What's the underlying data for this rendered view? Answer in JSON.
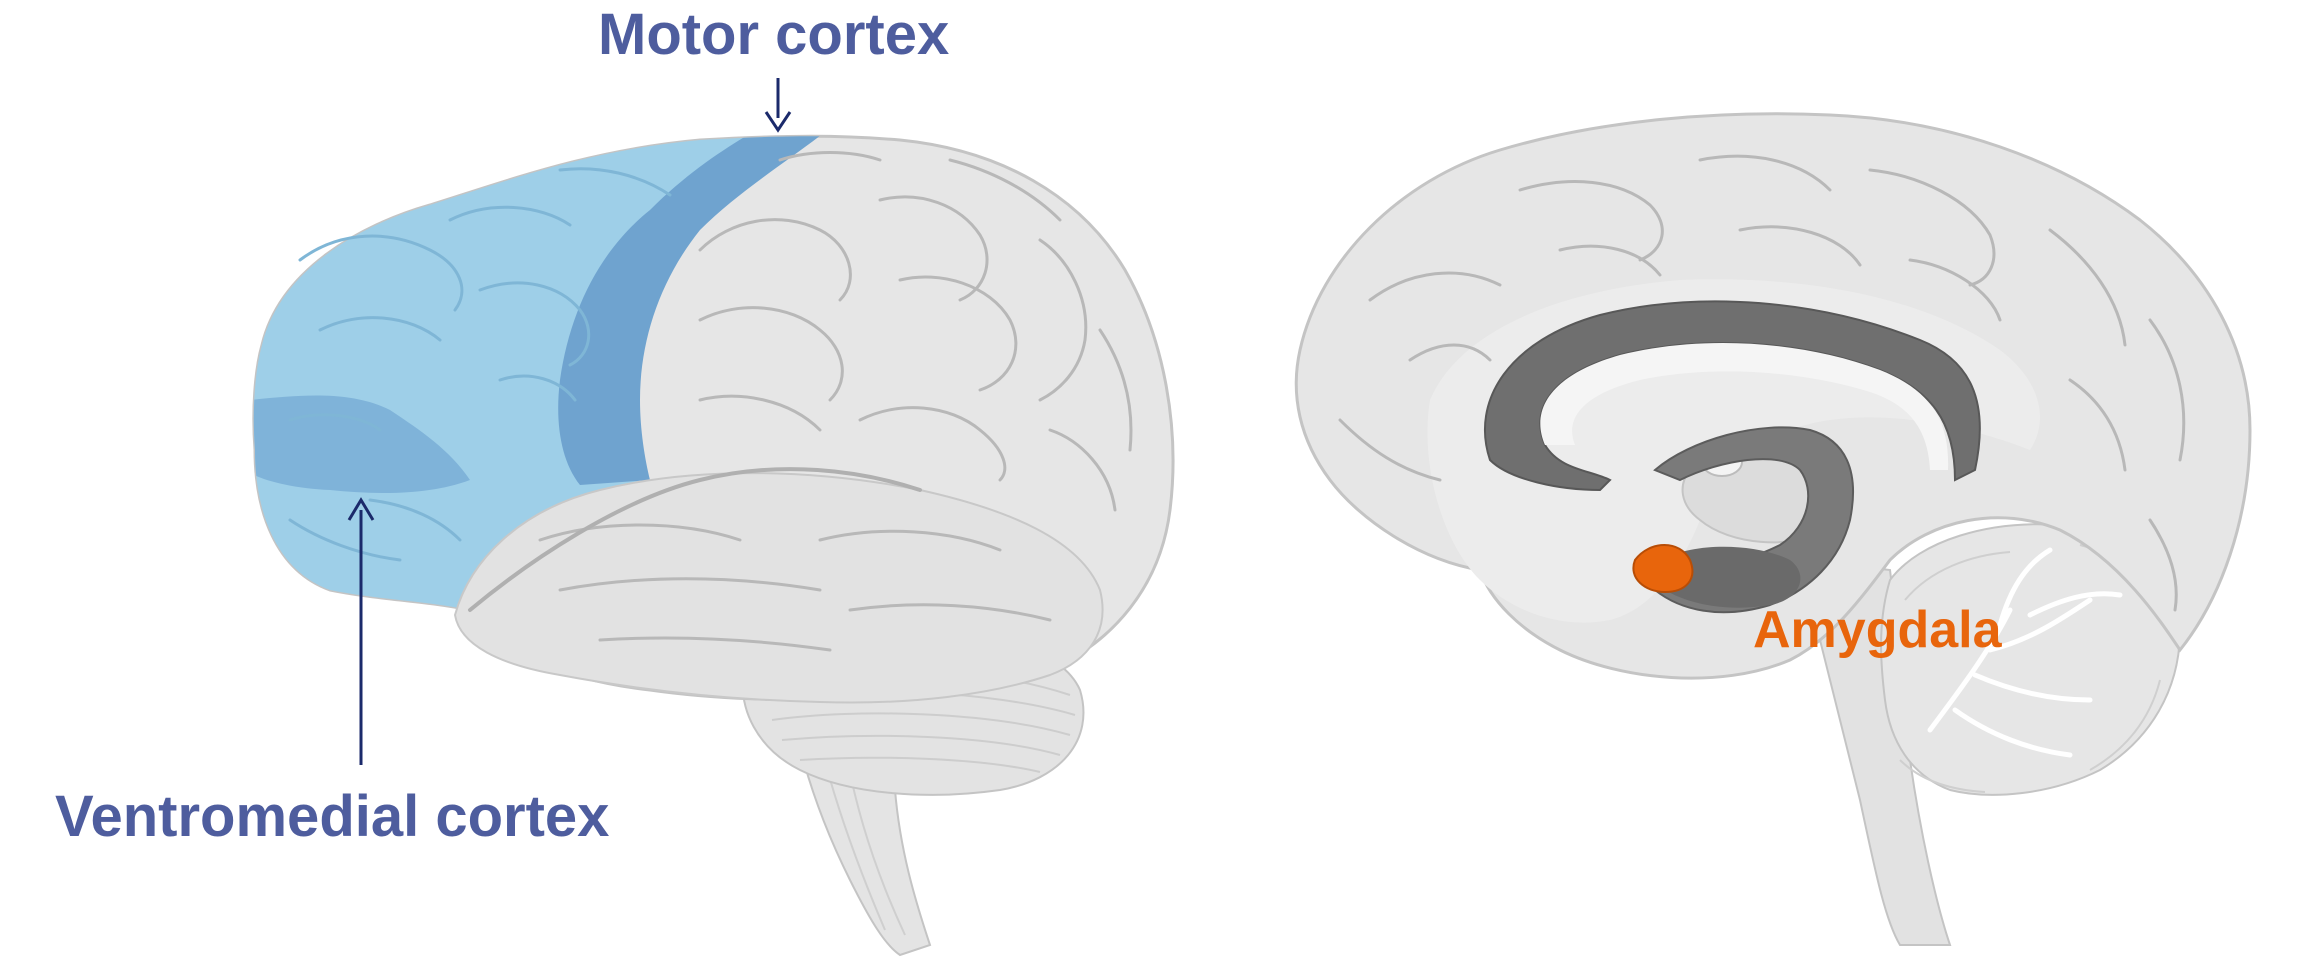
{
  "labels": {
    "motor_cortex": "Motor cortex",
    "ventromedial_cortex": "Ventromedial cortex",
    "amygdala": "Amygdala"
  },
  "colors": {
    "label_blue": "#4e5d9e",
    "arrow_navy": "#1b2a6b",
    "frontal_region": "#9ecfe8",
    "motor_strip": "#6fa3cf",
    "ventromedial_region": "#7fb3d9",
    "brain_gray": "#e6e6e6",
    "brain_outline": "#c4c4c4",
    "fold_line": "#b8b8b8",
    "ventricle_dark": "#6f6f6f",
    "amygdala_orange": "#e8650c",
    "label_orange": "#e8650c"
  },
  "icons": {
    "lateral_brain": "lateral-brain-illustration",
    "sagittal_brain": "sagittal-brain-illustration"
  }
}
